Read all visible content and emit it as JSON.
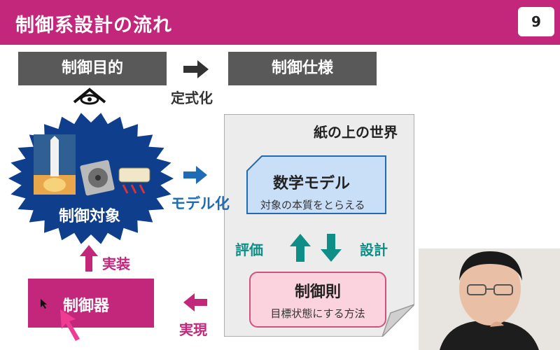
{
  "title": "制御系設計の流れ",
  "page_number": "9",
  "boxes": {
    "purpose": "制御目的",
    "spec": "制御仕様",
    "formalize": "定式化",
    "paper_world": "紙の上の世界",
    "model": "数学モデル",
    "model_sub": "対象の本質をとらえる",
    "modeling": "モデル化",
    "evaluate": "評価",
    "design": "設計",
    "law": "制御則",
    "law_sub": "目標状態にする方法",
    "target": "制御対象",
    "implement": "実装",
    "controller": "制御器",
    "realize": "実現"
  },
  "colors": {
    "title_bar": "#c2277b",
    "gray_box": "#595959",
    "navy": "#0f3f8c",
    "blue": "#1f6bb5",
    "teal": "#0d8e86",
    "pink": "#c2277b",
    "model_fill": "#c9def7",
    "law_fill": "#fbd3de"
  },
  "icons": {
    "eye": "eye-icon",
    "cursor": "mouse-cursor-icon",
    "pointer": "pointer-arrow-icon"
  }
}
